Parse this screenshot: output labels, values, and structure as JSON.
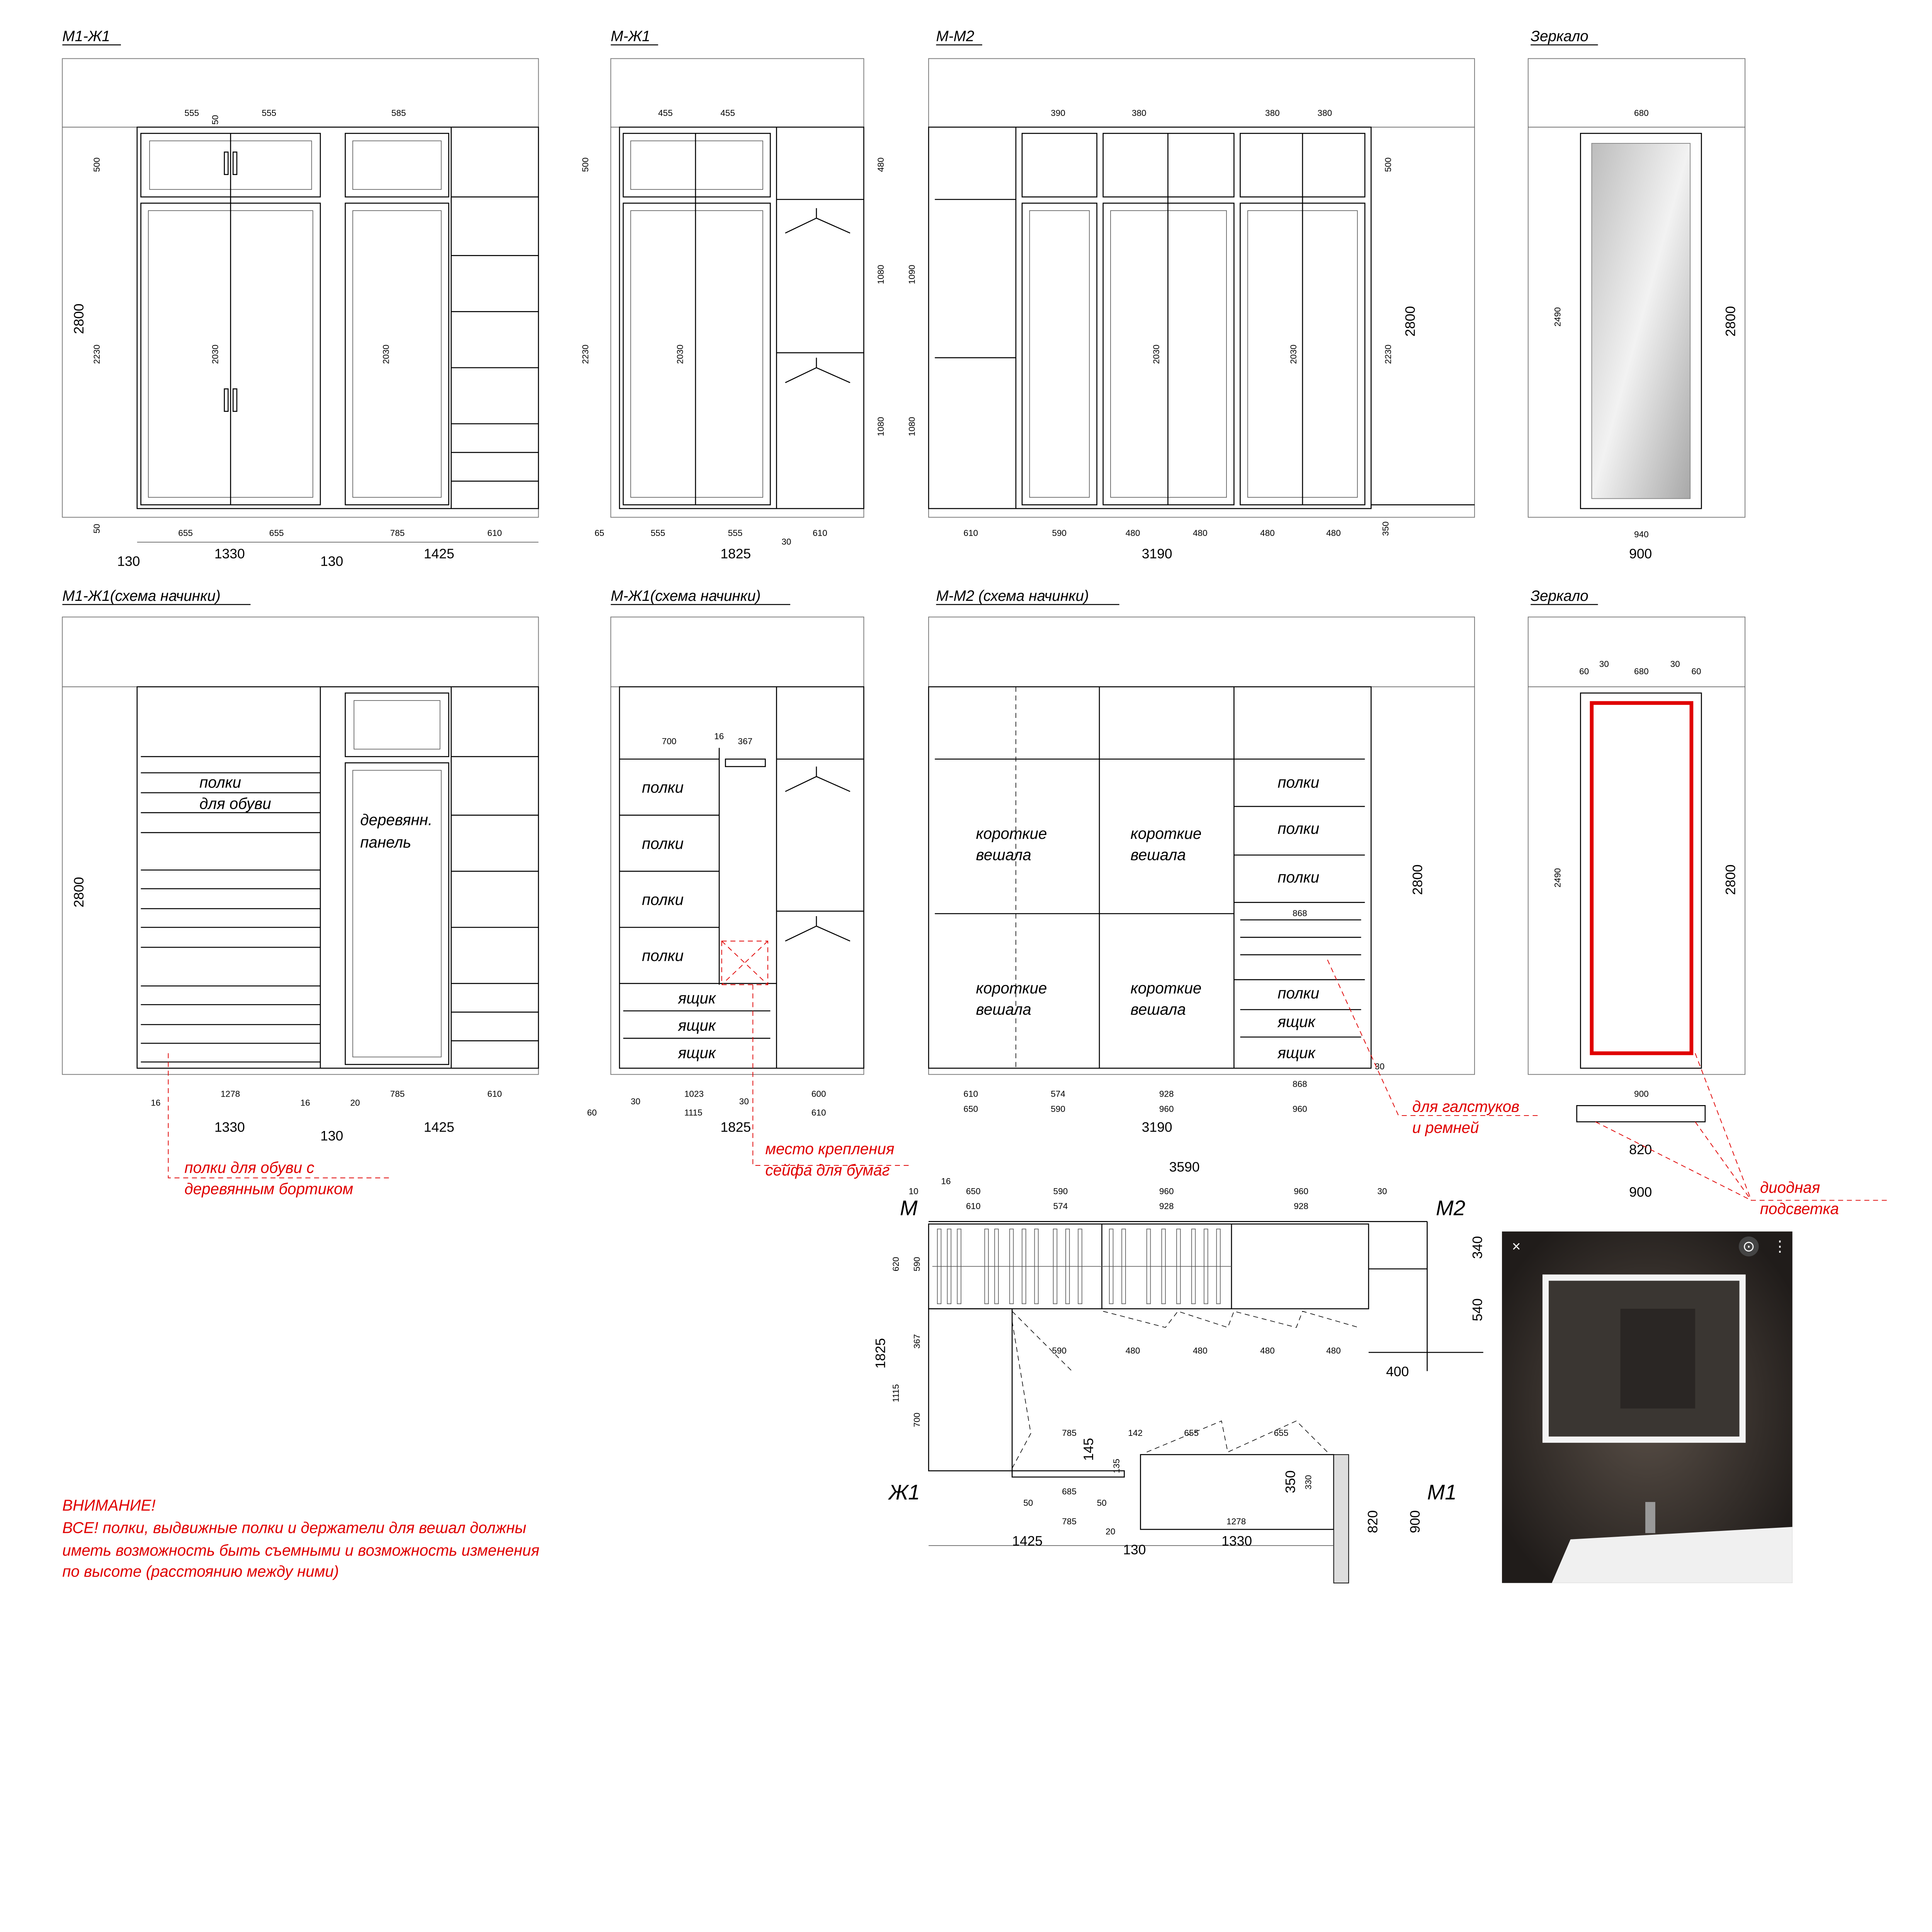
{
  "views": {
    "m1zh1": {
      "title": "М1-Ж1",
      "dims": [
        "2800",
        "2230",
        "500",
        "1330",
        "130",
        "130",
        "1425",
        "655",
        "655",
        "785",
        "610",
        "555",
        "555",
        "585",
        "2030",
        "2030",
        "50",
        "50"
      ]
    },
    "mzh1": {
      "title": "М-Ж1",
      "dims": [
        "2230",
        "2030",
        "1825",
        "555",
        "555",
        "610",
        "455",
        "455",
        "1080",
        "1080",
        "480",
        "500",
        "65",
        "30"
      ]
    },
    "mm2": {
      "title": "М-М2",
      "dims": [
        "3190",
        "2800",
        "2230",
        "2030",
        "2030",
        "610",
        "590",
        "480",
        "480",
        "480",
        "480",
        "1090",
        "1080",
        "500",
        "350",
        "390",
        "380",
        "380",
        "380"
      ]
    },
    "mirror": {
      "title": "Зеркало",
      "dims": [
        "680",
        "2490",
        "2800",
        "940",
        "900"
      ]
    },
    "m1zh1_fill": {
      "title": "М1-Ж1(схема начинки)",
      "labels": [
        "полки",
        "для обуви",
        "деревянн.",
        "панель"
      ],
      "dims": [
        "2800",
        "1330",
        "130",
        "1425",
        "1278",
        "785",
        "610",
        "16",
        "16",
        "20"
      ]
    },
    "mzh1_fill": {
      "title": "М-Ж1(схема начинки)",
      "labels": [
        "полки",
        "полки",
        "полки",
        "полки",
        "ящик",
        "ящик",
        "ящик"
      ],
      "dims": [
        "1825",
        "700",
        "16",
        "367",
        "1023",
        "1115",
        "600",
        "610",
        "30",
        "30",
        "60"
      ]
    },
    "mm2_fill": {
      "title": "М-М2 (схема начинки)",
      "labels": [
        "короткие",
        "вешала",
        "короткие",
        "вешала",
        "короткие",
        "вешала",
        "короткие",
        "вешала",
        "полки",
        "полки",
        "полки",
        "полки",
        "ящик",
        "ящик"
      ],
      "dims": [
        "3190",
        "2800",
        "610",
        "650",
        "574",
        "590",
        "928",
        "960",
        "868",
        "960",
        "868",
        "30"
      ]
    },
    "mirror_fill": {
      "title": "Зеркало",
      "dims": [
        "680",
        "2490",
        "2800",
        "900",
        "820",
        "900",
        "30",
        "30",
        "60",
        "60"
      ]
    }
  },
  "notes": {
    "shoe_shelves": [
      "полки для обуви с",
      "деревянным бортиком"
    ],
    "safe": [
      "место крепления",
      "сейфа для бумаг"
    ],
    "ties": [
      "для галстуков",
      "и ремней"
    ],
    "led": [
      "диодная",
      "подсветка"
    ],
    "warning": [
      "ВНИМАНИЕ!",
      "ВСЕ! полки, выдвижные полки и держатели для вешал должны",
      "иметь возможность быть съемными и возможность изменения",
      "по высоте (расстоянию между ними)"
    ]
  },
  "plan": {
    "labels": {
      "m": "М",
      "m2": "М2",
      "zh1": "Ж1",
      "m1": "М1"
    },
    "dims": [
      "3590",
      "650",
      "590",
      "960",
      "960",
      "610",
      "574",
      "928",
      "928",
      "340",
      "540",
      "400",
      "1825",
      "1115",
      "620",
      "590",
      "700",
      "367",
      "590",
      "480",
      "480",
      "480",
      "480",
      "785",
      "142",
      "655",
      "655",
      "145",
      "135",
      "350",
      "330",
      "685",
      "785",
      "1278",
      "1425",
      "130",
      "1330",
      "820",
      "900",
      "16",
      "10",
      "30",
      "50",
      "50",
      "20"
    ]
  },
  "photo_viewer": {
    "close_icon": "×",
    "lens_icon": "⊙",
    "more_icon": "⋮"
  },
  "colors": {
    "accent_red": "#e00000",
    "line": "#000000"
  }
}
